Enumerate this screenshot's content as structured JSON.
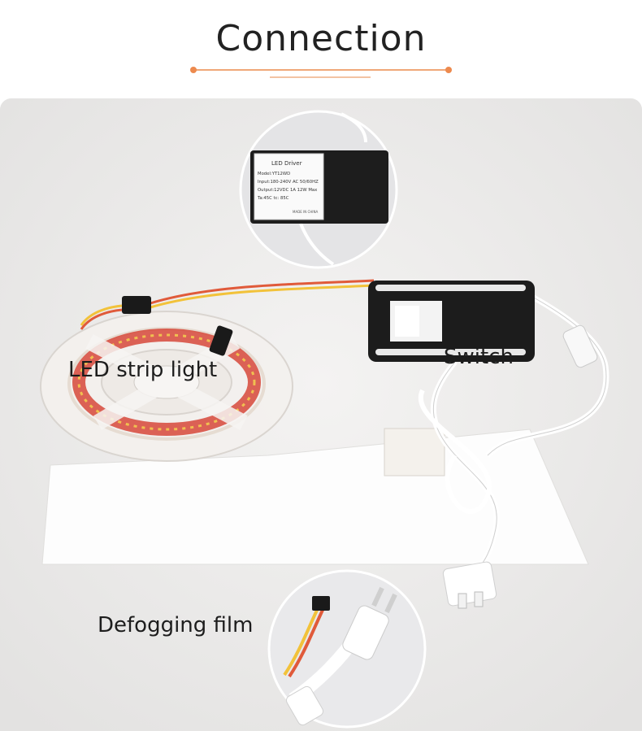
{
  "title": "Connection",
  "labels": {
    "strip": "LED strip light",
    "switch": "Switch",
    "film": "Defogging film"
  },
  "driver_label": {
    "heading": "LED   Driver",
    "model": "Model:YT12WD",
    "input": "Input:180-240V  AC 50/60HZ",
    "output": "Output:12VDC  1A   12W Max",
    "temp": "Ta:45C          tc: 85C",
    "origin": "MADE IN CHINA"
  },
  "colors": {
    "accent": "#ed8a4e",
    "text": "#222222"
  }
}
